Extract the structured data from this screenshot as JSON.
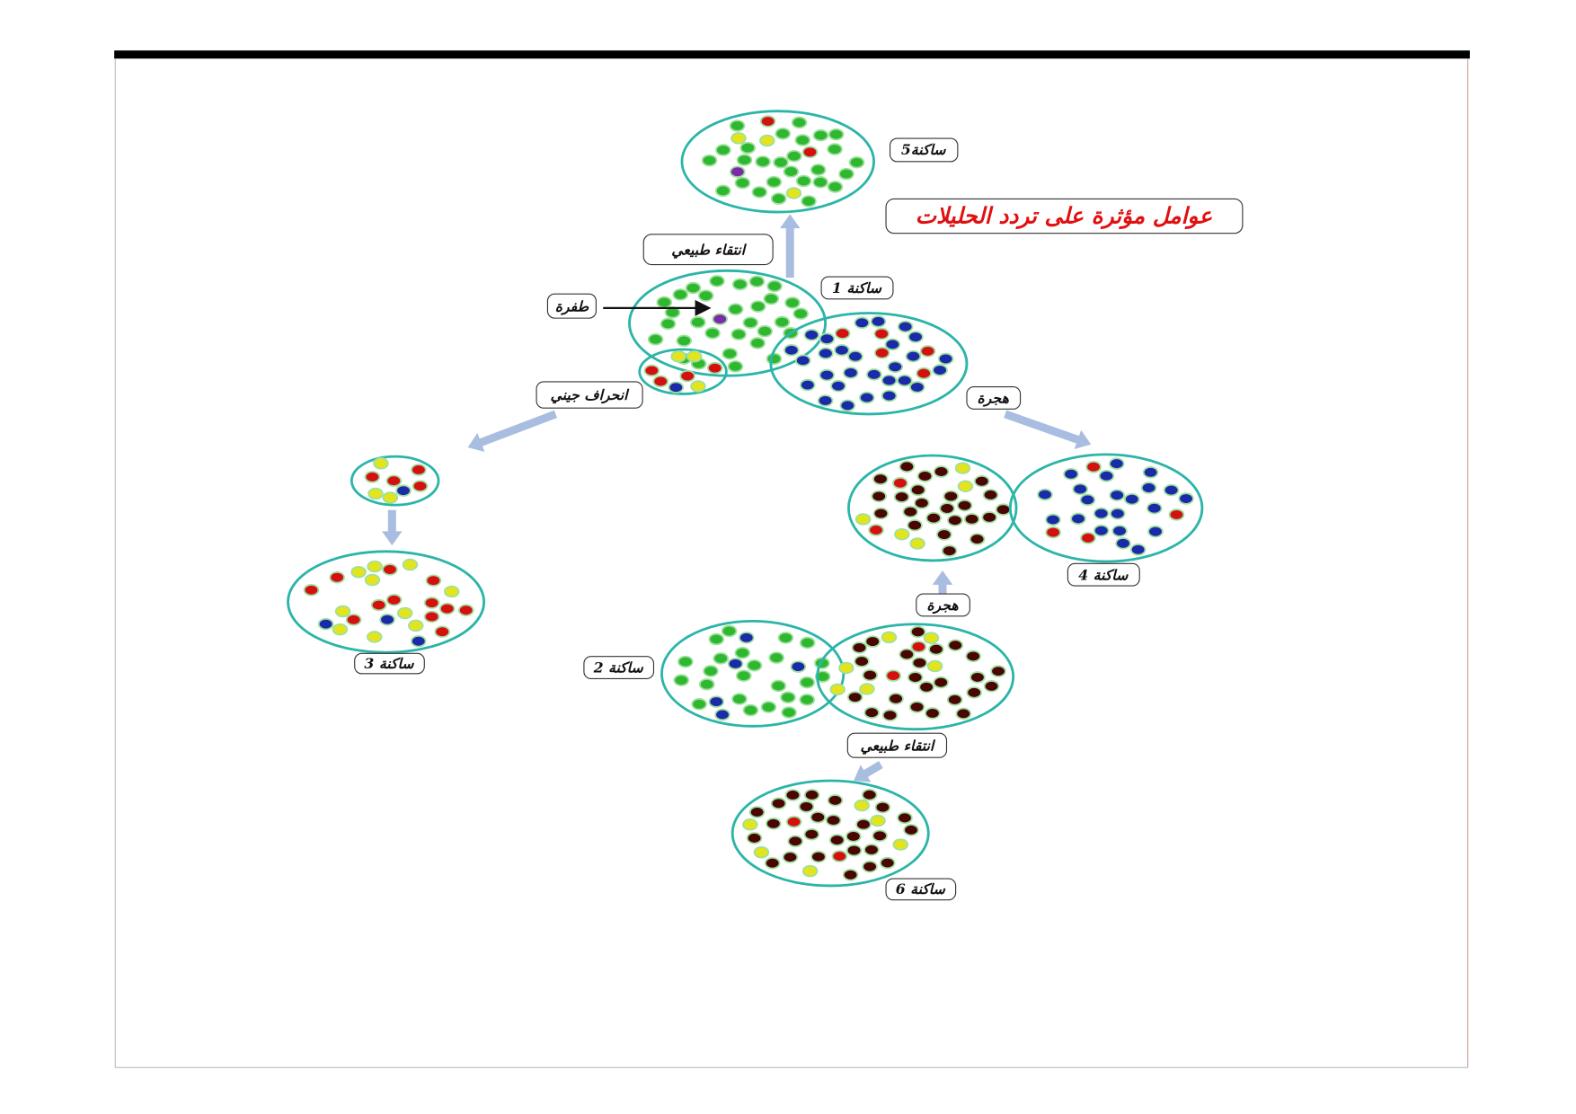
{
  "title": "عوامل مؤثرة على تردد الحليلات",
  "labels": {
    "pop5": "ساكنة5",
    "pop1": "ساكنة 1",
    "pop2": "ساكنة 2",
    "pop3": "ساكنة 3",
    "pop4": "ساكنة 4",
    "pop6": "ساكنة 6",
    "mutation": "طفرة",
    "natural_selection_top": "انتقاء طبيعي",
    "natural_selection_bottom": "انتقاء طبيعي",
    "genetic_drift": "انحراف جيني",
    "migration_top": "هجرة",
    "migration_bottom": "هجرة"
  },
  "colors": {
    "title": "#e01010",
    "circle": "#2bb5a8",
    "arrow": "#a8bde0",
    "green": "#2fb82f",
    "dark": "#4a0505",
    "red": "#d41010",
    "yellow": "#e4e41c",
    "blue": "#1a2aa8",
    "purple": "#7a2ca8"
  },
  "populations": {
    "pop5": {
      "green": 27,
      "purple": 1,
      "red": 2,
      "yellow": 3
    },
    "pop1": {
      "green": 30,
      "purple": 1
    },
    "pop1_subgroup": {
      "yellow": 3,
      "blue": 1,
      "red": 4
    },
    "pop1_neighbor": {
      "blue": 28,
      "red": 5
    },
    "pop3_founder": {
      "yellow": 3,
      "blue": 1,
      "red": 4
    },
    "pop3": {
      "red": 12,
      "blue": 3,
      "yellow": 10
    },
    "pop4_left": {
      "dark": 24,
      "yellow": 5,
      "red": 2
    },
    "pop4_right": {
      "blue": 22,
      "red": 4
    },
    "pop2_left": {
      "green": 24,
      "blue": 5
    },
    "pop2_right": {
      "dark": 25,
      "yellow": 6,
      "red": 2
    },
    "pop6": {
      "dark": 28,
      "yellow": 6,
      "red": 2
    }
  }
}
